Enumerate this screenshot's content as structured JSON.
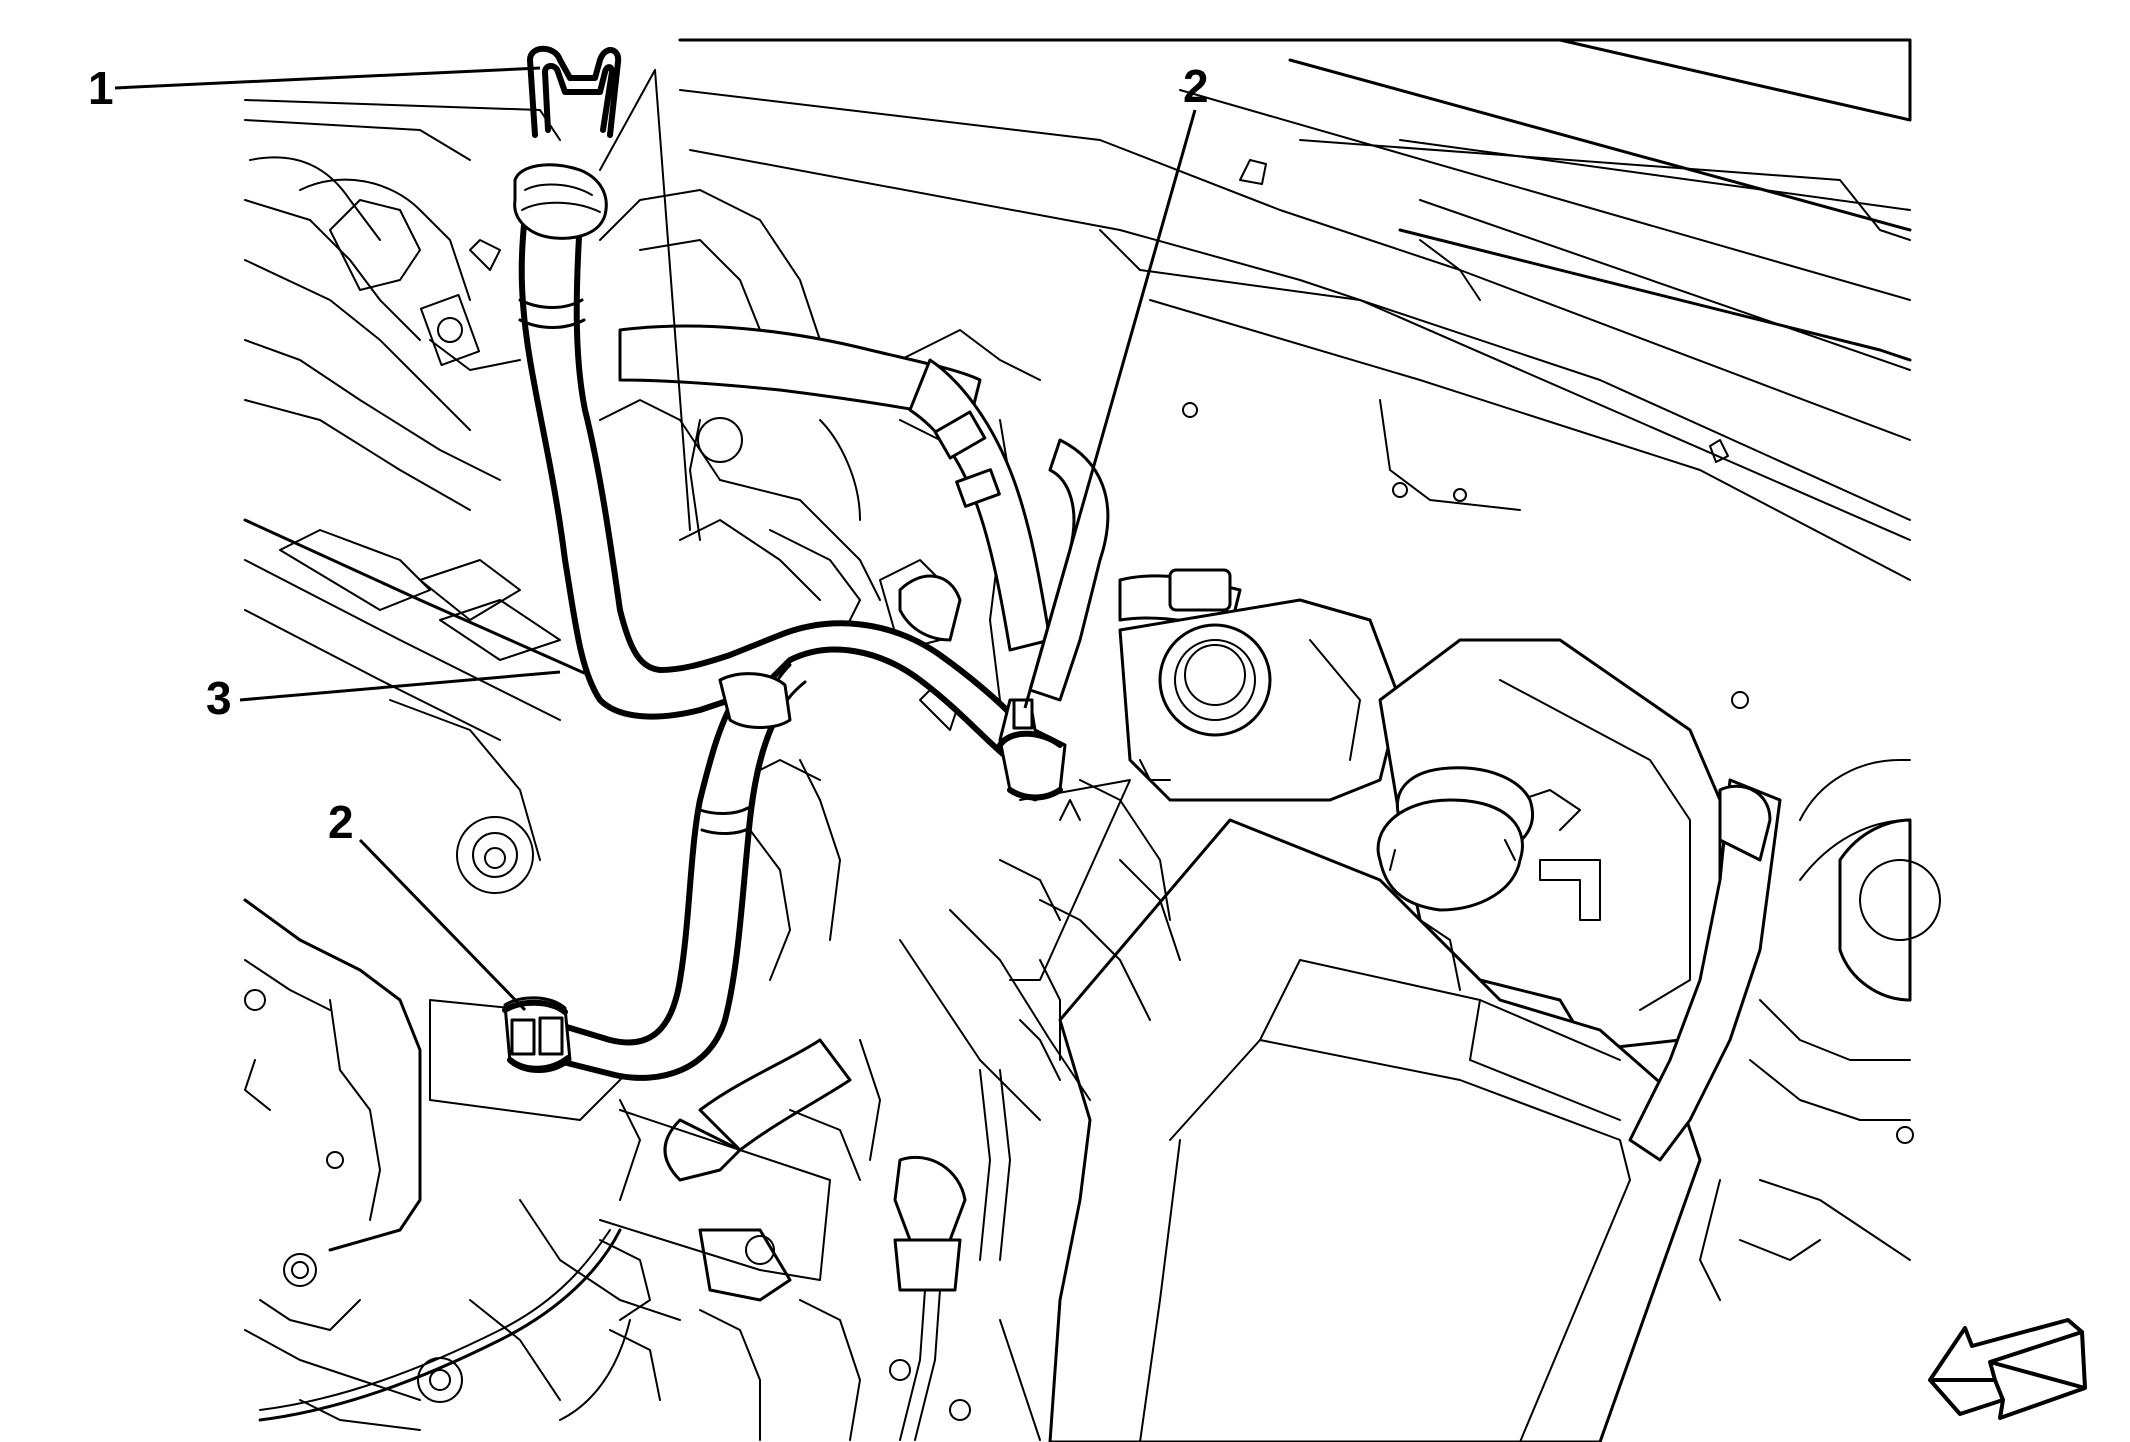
{
  "callouts": [
    {
      "id": "1",
      "label": "1"
    },
    {
      "id": "2a",
      "label": "2"
    },
    {
      "id": "3",
      "label": "3"
    },
    {
      "id": "2b",
      "label": "2"
    }
  ],
  "icons": [
    "view-direction-arrow-icon"
  ]
}
